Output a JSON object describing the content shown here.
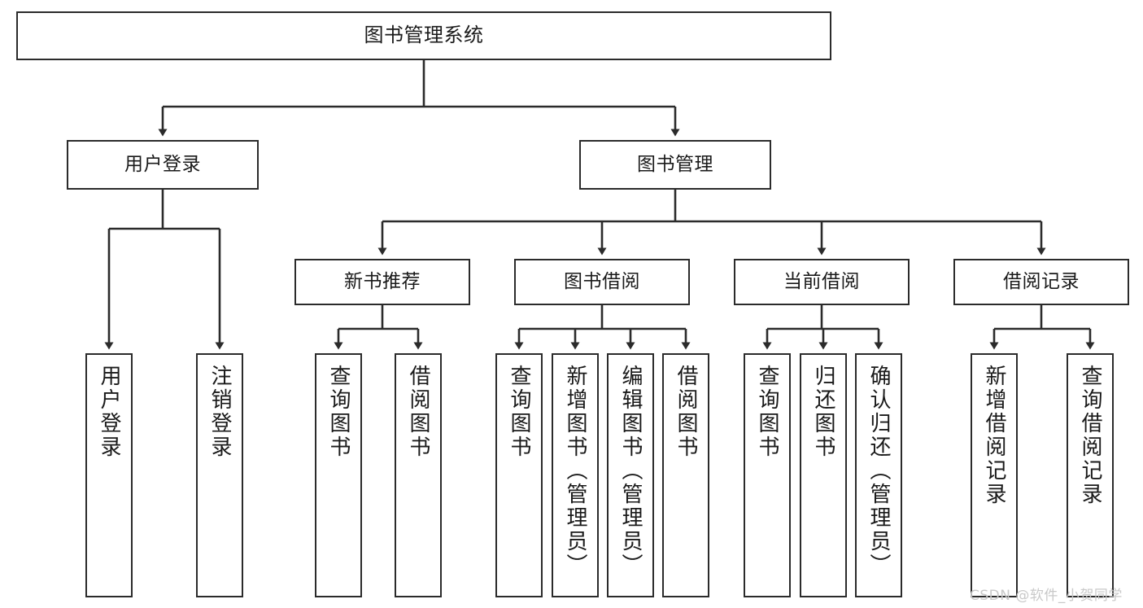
{
  "diagram": {
    "kind": "tree-hierarchy-chart",
    "title": "图书管理系统",
    "colors": {
      "stroke": "#2b2b2b",
      "fill": "#ffffff",
      "text": "#1a1a1a",
      "watermark": "#c9c9c9"
    },
    "levels": {
      "root": {
        "label": "图书管理系统"
      },
      "level2": [
        {
          "label": "用户登录"
        },
        {
          "label": "图书管理"
        }
      ],
      "level3": [
        {
          "label": "新书推荐"
        },
        {
          "label": "图书借阅"
        },
        {
          "label": "当前借阅"
        },
        {
          "label": "借阅记录"
        }
      ],
      "leaves": [
        {
          "label": "用户登录",
          "parent": "用户登录"
        },
        {
          "label": "注销登录",
          "parent": "用户登录"
        },
        {
          "label": "查询图书",
          "parent": "新书推荐"
        },
        {
          "label": "借阅图书",
          "parent": "新书推荐"
        },
        {
          "label": "查询图书",
          "parent": "图书借阅"
        },
        {
          "label": "新增图书（管理员）",
          "parent": "图书借阅"
        },
        {
          "label": "编辑图书（管理员）",
          "parent": "图书借阅"
        },
        {
          "label": "借阅图书",
          "parent": "图书借阅"
        },
        {
          "label": "查询图书",
          "parent": "当前借阅"
        },
        {
          "label": "归还图书",
          "parent": "当前借阅"
        },
        {
          "label": "确认归还（管理员）",
          "parent": "当前借阅"
        },
        {
          "label": "新增借阅记录",
          "parent": "借阅记录"
        },
        {
          "label": "查询借阅记录",
          "parent": "借阅记录"
        }
      ]
    },
    "watermark": "CSDN @软件_小贺同学"
  }
}
